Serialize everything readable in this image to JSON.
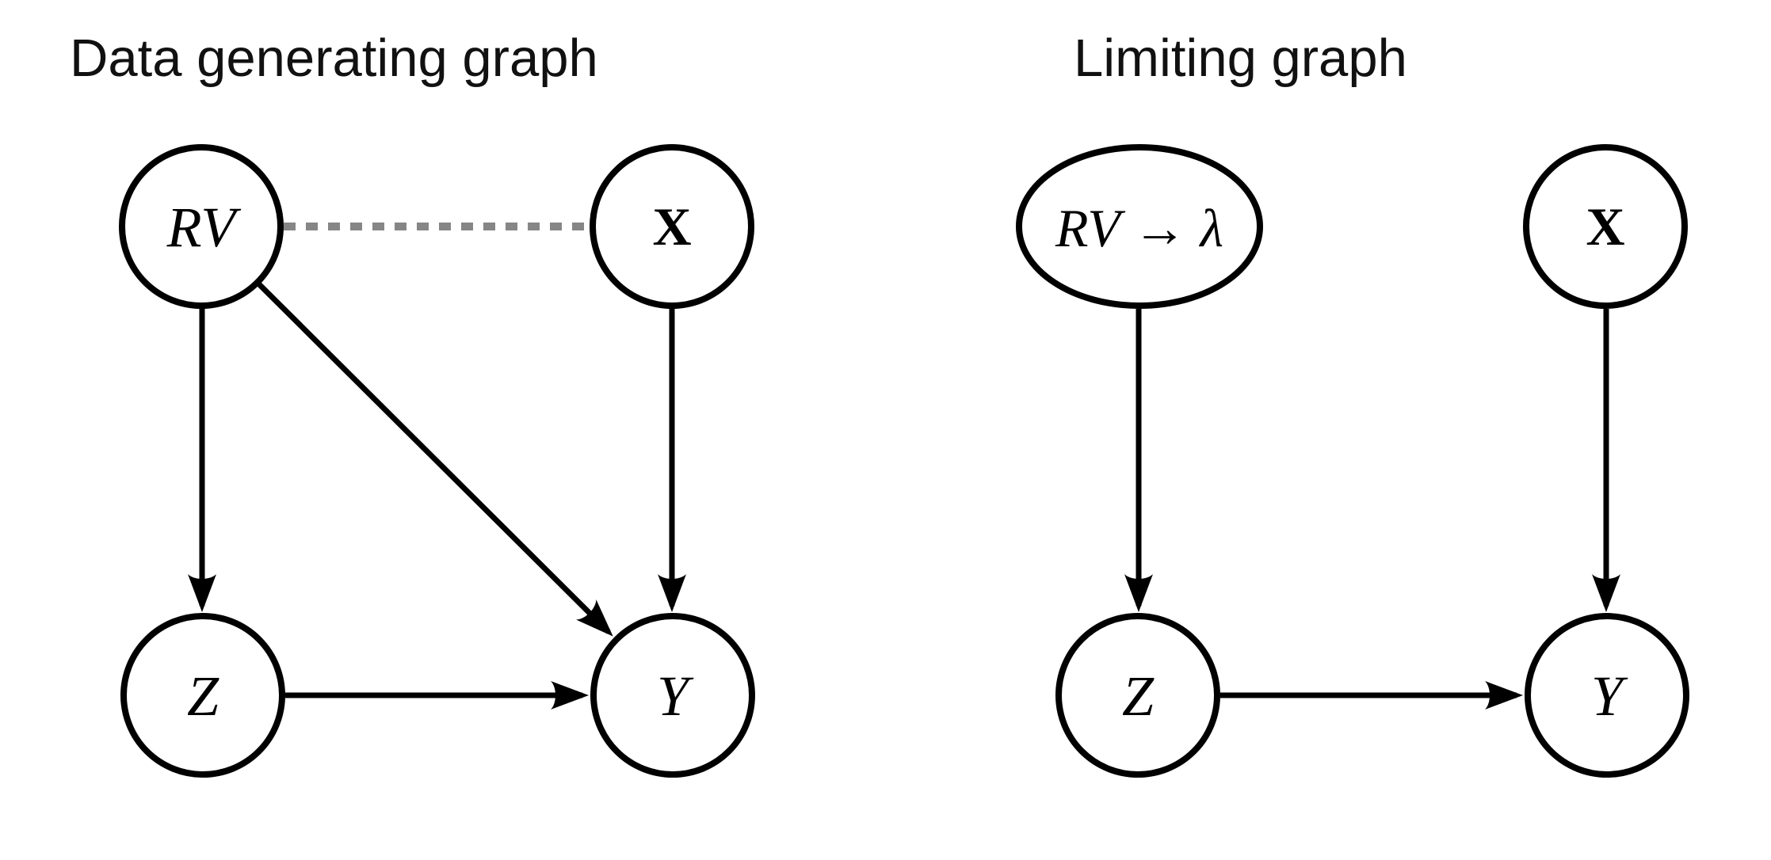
{
  "figure": {
    "background": "#ffffff",
    "type": "causal-dag-comparison"
  },
  "colors": {
    "node_stroke": "#000000",
    "edge": "#000000",
    "dashed_edge": "#868686",
    "title_text": "#111111",
    "label_text": "#000000"
  },
  "panels": [
    {
      "title": "Data generating graph",
      "nodes": [
        {
          "id": "RV",
          "label": "RV",
          "shape": "circle",
          "style": "math-italic"
        },
        {
          "id": "X",
          "label": "X",
          "shape": "circle",
          "style": "math-bold"
        },
        {
          "id": "Z",
          "label": "Z",
          "shape": "circle",
          "style": "math-italic"
        },
        {
          "id": "Y",
          "label": "Y",
          "shape": "circle",
          "style": "math-italic"
        }
      ],
      "edges": [
        {
          "from": "RV",
          "to": "X",
          "type": "undirected",
          "stroke": "dashed-gray"
        },
        {
          "from": "RV",
          "to": "Z",
          "type": "directed",
          "stroke": "solid-black"
        },
        {
          "from": "RV",
          "to": "Y",
          "type": "directed",
          "stroke": "solid-black"
        },
        {
          "from": "X",
          "to": "Y",
          "type": "directed",
          "stroke": "solid-black"
        },
        {
          "from": "Z",
          "to": "Y",
          "type": "directed",
          "stroke": "solid-black"
        }
      ]
    },
    {
      "title": "Limiting graph",
      "nodes": [
        {
          "id": "RV-lambda",
          "label": "RV → λ",
          "shape": "ellipse",
          "style": "math-italic"
        },
        {
          "id": "X",
          "label": "X",
          "shape": "circle",
          "style": "math-bold"
        },
        {
          "id": "Z",
          "label": "Z",
          "shape": "circle",
          "style": "math-italic"
        },
        {
          "id": "Y",
          "label": "Y",
          "shape": "circle",
          "style": "math-italic"
        }
      ],
      "edges": [
        {
          "from": "RV-lambda",
          "to": "Z",
          "type": "directed",
          "stroke": "solid-black"
        },
        {
          "from": "X",
          "to": "Y",
          "type": "directed",
          "stroke": "solid-black"
        },
        {
          "from": "Z",
          "to": "Y",
          "type": "directed",
          "stroke": "solid-black"
        }
      ]
    }
  ]
}
